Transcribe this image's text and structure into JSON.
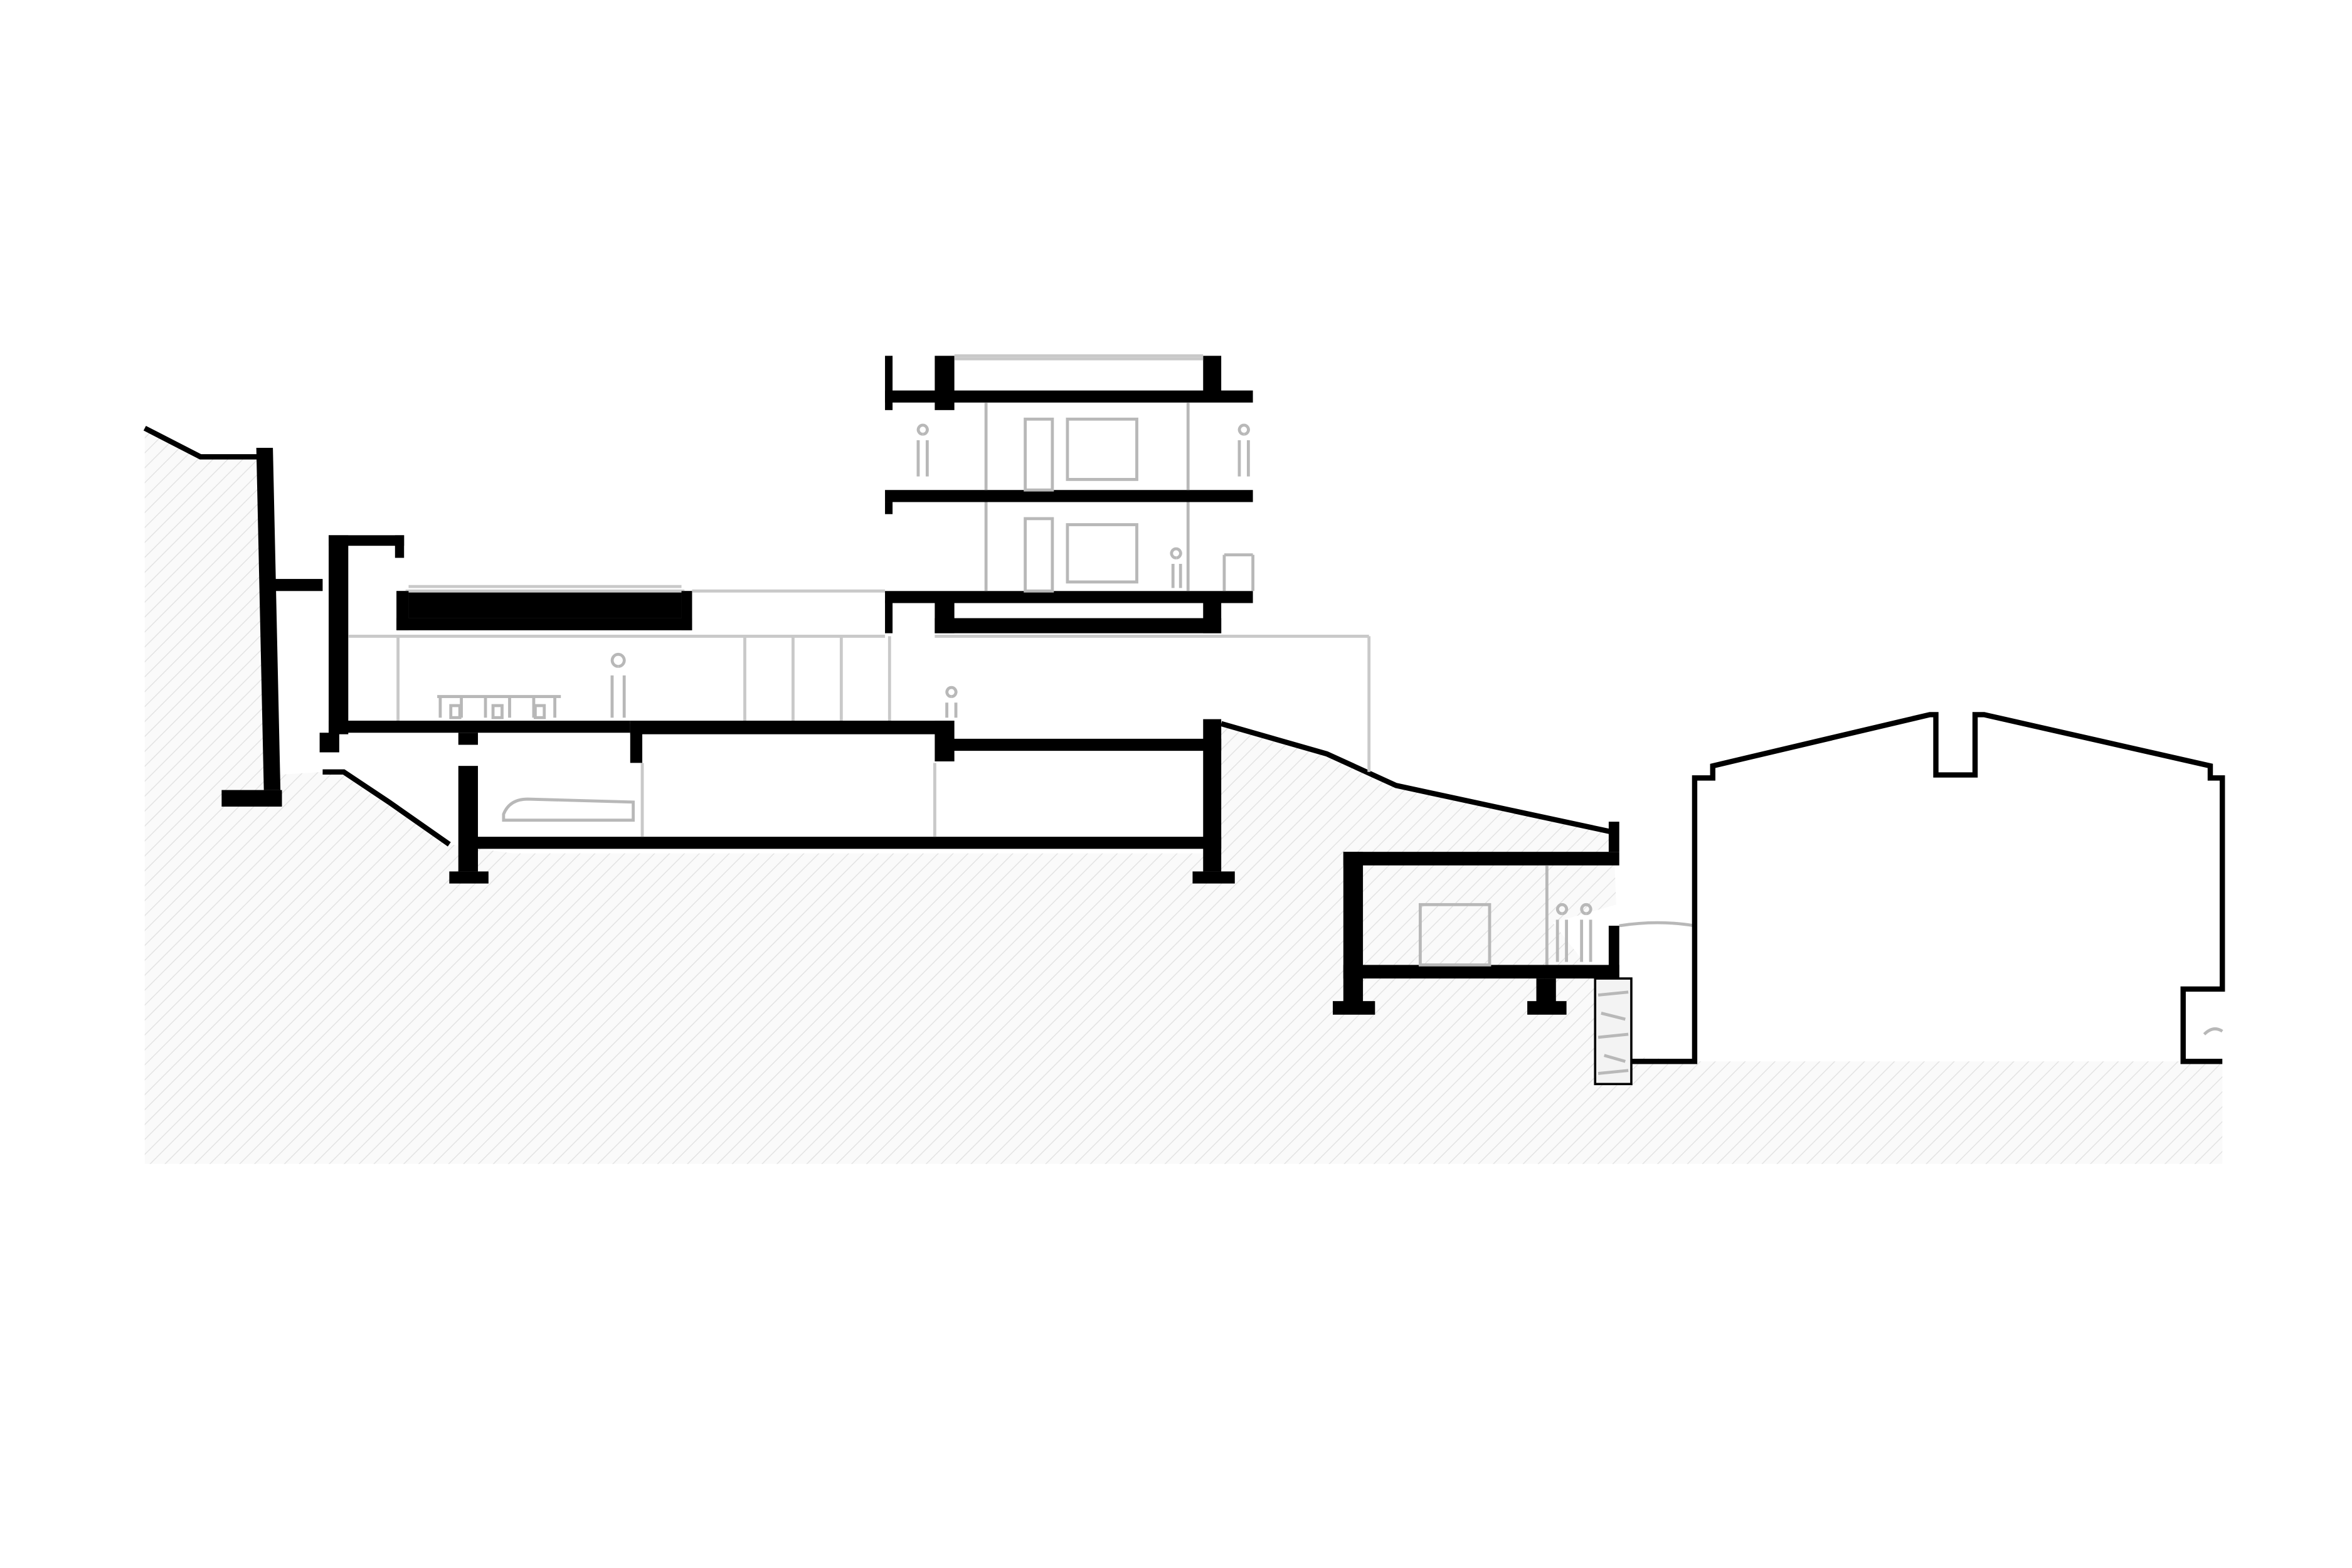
{
  "drawing": {
    "type": "architectural-section",
    "colors": {
      "background": "#ffffff",
      "cut_elements": "#000000",
      "ground_hatch": "#e2e2e2",
      "ground_fill": "#fafafa",
      "faint_lines": "#c9c9c9"
    },
    "elements": [
      "ground-mass",
      "retaining-wall",
      "upper-terrace-block",
      "main-building-level",
      "lower-basement-level",
      "tower-block",
      "garage-box",
      "neighbouring-house",
      "stone-wall"
    ]
  }
}
